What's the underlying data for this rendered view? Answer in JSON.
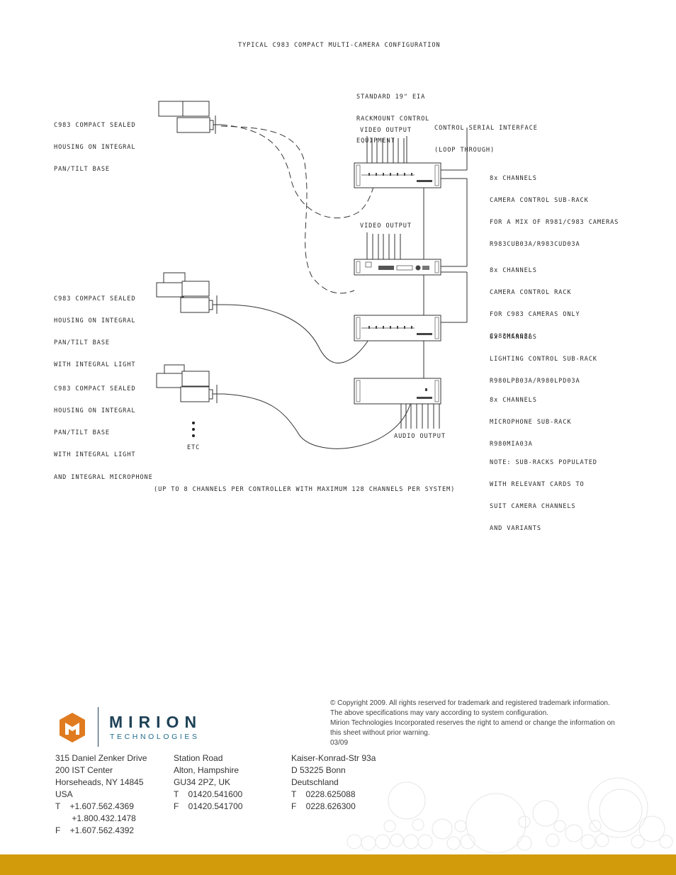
{
  "diagram": {
    "title": "TYPICAL C983 COMPACT MULTI-CAMERA CONFIGURATION",
    "rack_equipment_label": [
      "STANDARD 19\" EIA",
      "RACKMOUNT CONTROL",
      "EQUIPMENT"
    ],
    "serial_interface_label": [
      "CONTROL SERIAL INTERFACE",
      "(LOOP THROUGH)"
    ],
    "video_output_1": "VIDEO OUTPUT",
    "video_output_2": "VIDEO OUTPUT",
    "audio_output": "AUDIO OUTPUT",
    "camera_1_label": [
      "C983 COMPACT SEALED",
      "HOUSING ON INTEGRAL",
      "PAN/TILT BASE"
    ],
    "camera_2_label": [
      "C983 COMPACT SEALED",
      "HOUSING ON INTEGRAL",
      "PAN/TILT BASE",
      "WITH INTEGRAL LIGHT"
    ],
    "camera_3_label": [
      "C983 COMPACT SEALED",
      "HOUSING ON INTEGRAL",
      "PAN/TILT BASE",
      "WITH INTEGRAL LIGHT",
      "AND INTEGRAL MICROPHONE"
    ],
    "etc_label": "ETC",
    "rack_1_label": [
      "8x CHANNELS",
      "CAMERA CONTROL SUB-RACK",
      "FOR A MIX OF R981/C983 CAMERAS",
      "R983CUB03A/R983CUD03A"
    ],
    "rack_2_label": [
      "8x CHANNELS",
      "CAMERA CONTROL RACK",
      "FOR C983 CAMERAS ONLY",
      "C983MCA03A"
    ],
    "rack_3_label": [
      "8x CHANNELS",
      "LIGHTING CONTROL SUB-RACK",
      "R980LPB03A/R980LPD03A"
    ],
    "rack_4_label": [
      "8x CHANNELS",
      "MICROPHONE SUB-RACK",
      "R980MIA03A"
    ],
    "note_label": [
      "NOTE: SUB-RACKS POPULATED",
      "WITH RELEVANT CARDS TO",
      "SUIT CAMERA CHANNELS",
      "AND VARIANTS"
    ],
    "caption": "(UP TO 8 CHANNELS PER CONTROLLER WITH MAXIMUM 128 CHANNELS PER SYSTEM)"
  },
  "footer": {
    "brand_name": "MIRION",
    "brand_sub": "TECHNOLOGIES",
    "legal": [
      "© Copyright 2009.  All rights reserved for trademark and registered trademark information.",
      "The above specifications may vary according to system configuration.",
      "Mirion Technologies Incorporated reserves the right to amend or change the information on",
      "this sheet without prior warning.",
      "03/09"
    ],
    "us_address": [
      "315 Daniel Zenker Drive",
      "200 IST Center",
      "Horseheads, NY 14845",
      "USA",
      "T    +1.607.562.4369",
      "       +1.800.432.1478",
      "F    +1.607.562.4392"
    ],
    "uk_address": [
      "Station Road",
      "Alton, Hampshire",
      "GU34 2PZ, UK",
      "T    01420.541600",
      "F    01420.541700"
    ],
    "de_address": [
      "Kaiser-Konrad-Str 93a",
      "D 53225 Bonn",
      "Deutschland",
      "T    0228.625088",
      "F    0228.626300"
    ]
  },
  "colors": {
    "accent_band": "#d19b0c",
    "logo_orange": "#e07b1f",
    "brand_navy": "#1f4257",
    "brand_teal": "#1f6b8a"
  }
}
